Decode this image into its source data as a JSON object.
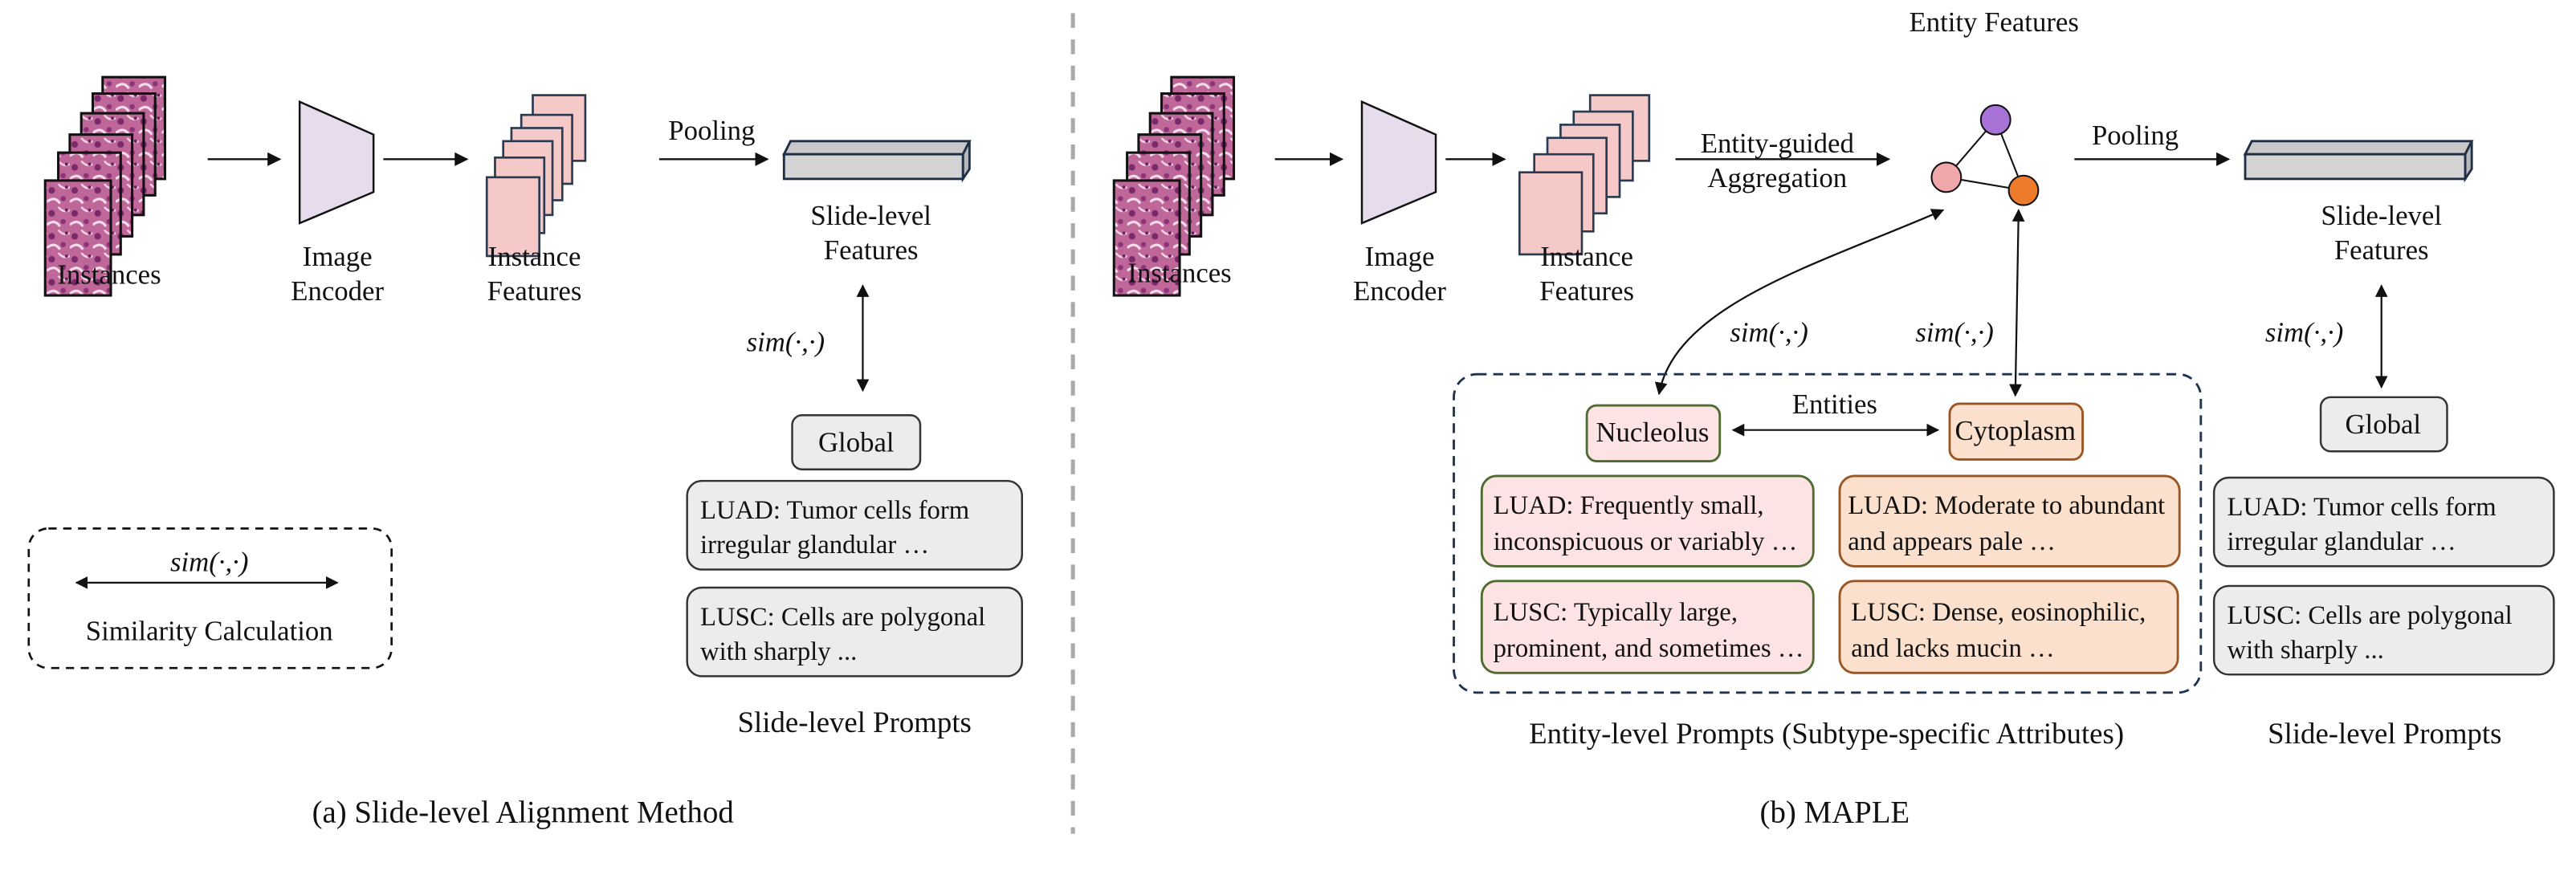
{
  "left": {
    "instances_label": "Instances",
    "encoder_label": [
      "Image",
      "Encoder"
    ],
    "features_label": [
      "Instance",
      "Features"
    ],
    "pooling_label": "Pooling",
    "slide_features_label": [
      "Slide-level",
      "Features"
    ],
    "sim_label": "sim(·,·)",
    "global_label": "Global",
    "luad_prompt": [
      "LUAD: Tumor cells form",
      "irregular glandular …"
    ],
    "lusc_prompt": [
      "LUSC: Cells are polygonal",
      "with sharply ..."
    ],
    "prompts_title": "Slide-level Prompts",
    "legend": {
      "sim_label": "sim(·,·)",
      "text": "Similarity Calculation"
    },
    "caption": "(a) Slide-level Alignment Method"
  },
  "right": {
    "instances_label": "Instances",
    "encoder_label": [
      "Image",
      "Encoder"
    ],
    "features_label": [
      "Instance",
      "Features"
    ],
    "aggregation_label": [
      "Entity-guided",
      "Aggregation"
    ],
    "entity_features_label": "Entity Features",
    "pooling_label": "Pooling",
    "slide_features_label": [
      "Slide-level",
      "Features"
    ],
    "sim_label": "sim(·,·)",
    "global_label": "Global",
    "luad_prompt": [
      "LUAD: Tumor cells form",
      "irregular glandular …"
    ],
    "lusc_prompt": [
      "LUSC: Cells are polygonal",
      "with sharply ..."
    ],
    "slide_prompts_title": "Slide-level Prompts",
    "entities_label": "Entities",
    "nucleolus": {
      "name": "Nucleolus",
      "luad": [
        "LUAD: Frequently small,",
        "inconspicuous or variably …"
      ],
      "lusc": [
        "LUSC: Typically large,",
        "prominent, and sometimes …"
      ]
    },
    "cytoplasm": {
      "name": "Cytoplasm",
      "luad": [
        "LUAD: Moderate to abundant",
        "and appears pale …"
      ],
      "lusc": [
        "LUSC: Dense, eosinophilic,",
        "and lacks mucin …"
      ]
    },
    "entity_prompts_title": "Entity-level Prompts (Subtype-specific Attributes)",
    "caption": "(b) MAPLE"
  },
  "colors": {
    "encoder_fill": "#e6dcec",
    "feature_fill": "#f6c9c9",
    "bar_fill": "#d4d4d4",
    "gray_box": "#ececec",
    "nucleolus_border": "#4e6b30",
    "nucleolus_fill": "#fde3e3",
    "cytoplasm_border": "#9a5524",
    "cytoplasm_fill": "#fbe1cd",
    "node_purple": "#a873d6",
    "node_pink": "#efa7a9",
    "node_orange": "#ee7b2c",
    "dashed_box": "#1f3450"
  }
}
